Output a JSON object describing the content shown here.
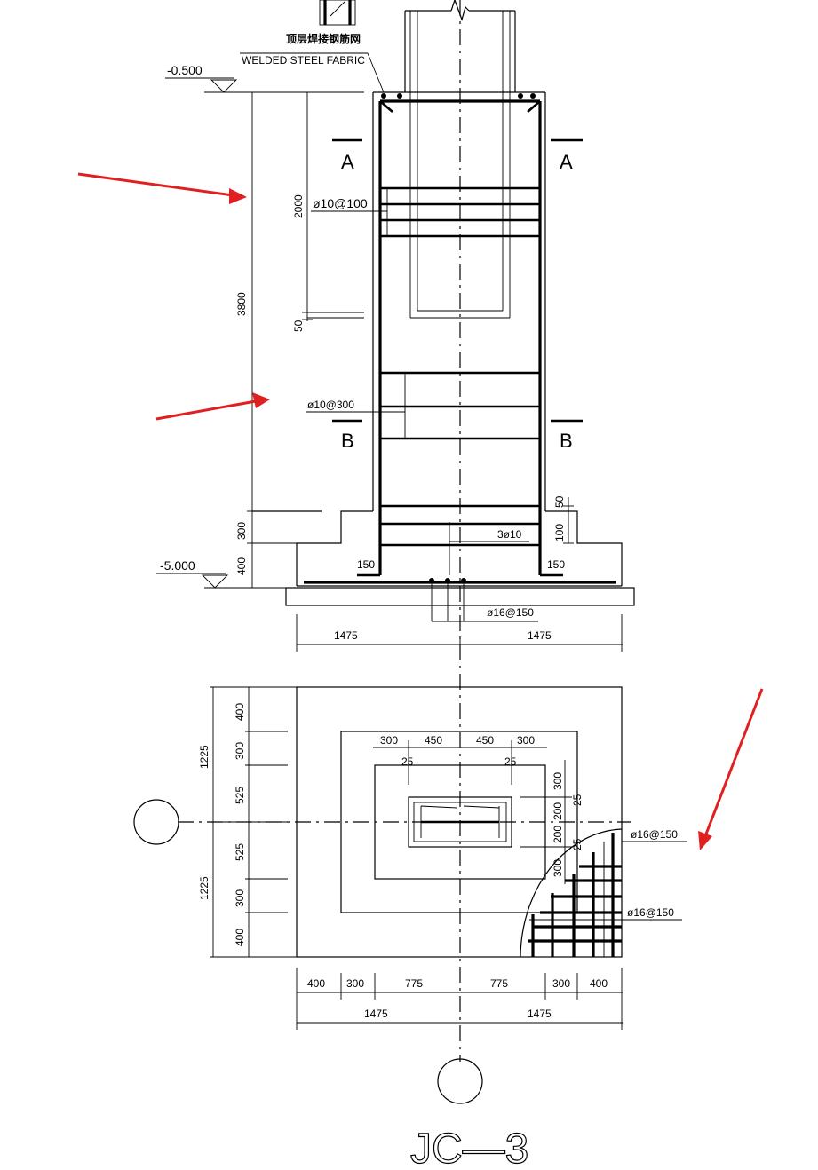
{
  "labels": {
    "top_fabric_cn": "顶层焊接钢筋网",
    "top_fabric_en": "WELDED STEEL FABRIC",
    "elev_top": "-0.500",
    "elev_bottom": "-5.000",
    "dim_3800": "3800",
    "dim_2000": "2000",
    "dim_50": "50",
    "dim_300": "300",
    "dim_400": "400",
    "dim_100": "100",
    "dim_150_top": "50",
    "stirrup_dense": "ø10@100",
    "stirrup_sparse": "ø10@300",
    "bar_3": "3ø10",
    "bottom_bar": "ø16@150",
    "hook_left": "150",
    "hook_right": "150",
    "section_a_left": "A",
    "section_a_right": "A",
    "section_b_left": "B",
    "section_b_right": "B",
    "elev_half_left": "1475",
    "elev_half_right": "1475"
  },
  "plan": {
    "left_dims": [
      "400",
      "300",
      "525",
      "525",
      "300",
      "400"
    ],
    "left_totals": [
      "1225",
      "1225"
    ],
    "top_dims": [
      "300",
      "450",
      "450",
      "300"
    ],
    "top_25_left": "25",
    "top_25_right": "25",
    "right_dims": [
      "300",
      "200",
      "200",
      "300"
    ],
    "right_25_top": "25",
    "right_25_bottom": "25",
    "bar_label_1": "ø16@150",
    "bar_label_2": "ø16@150",
    "bottom_dims": [
      "400",
      "300",
      "775",
      "775",
      "300",
      "400"
    ],
    "bottom_totals": [
      "1475",
      "1475"
    ]
  },
  "title": "JC—3",
  "colors": {
    "line": "#000000",
    "annotation_arrow": "#e02020"
  }
}
